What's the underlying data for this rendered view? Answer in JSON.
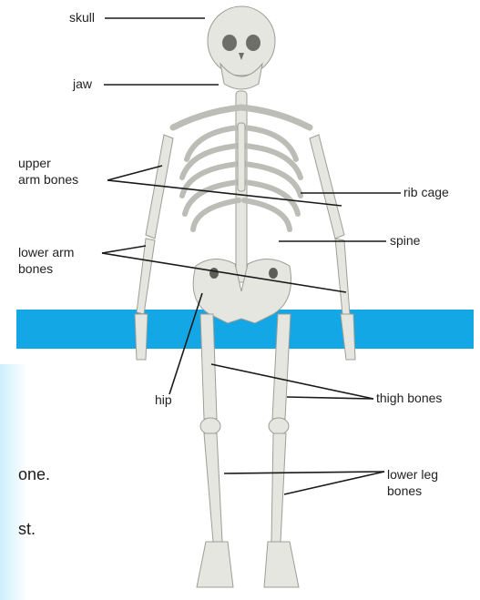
{
  "labels": {
    "skull": "skull",
    "jaw": "jaw",
    "upper_arm_1": "upper",
    "upper_arm_2": "arm bones",
    "rib_cage": "rib cage",
    "spine": "spine",
    "lower_arm_1": "lower arm",
    "lower_arm_2": "bones",
    "hip": "hip",
    "thigh_bones": "thigh bones",
    "lower_leg_1": "lower leg",
    "lower_leg_2": "bones"
  },
  "background_text": {
    "fragment_1": "one.",
    "fragment_2": "st."
  },
  "colors": {
    "band": "#13a7e6",
    "bone": "#e6e6e1",
    "bone_shade": "#bdbdb7",
    "leader": "#1a1a1a"
  }
}
